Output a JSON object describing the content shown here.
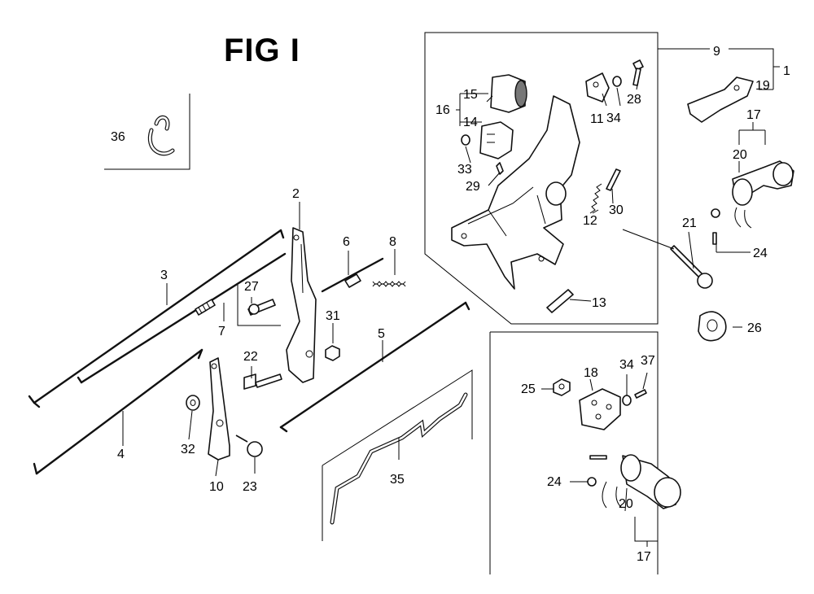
{
  "figure": {
    "title": "FIG I"
  },
  "parts": [
    {
      "id": "p1",
      "label": "1"
    },
    {
      "id": "p2",
      "label": "2"
    },
    {
      "id": "p3",
      "label": "3"
    },
    {
      "id": "p4",
      "label": "4"
    },
    {
      "id": "p5",
      "label": "5"
    },
    {
      "id": "p6",
      "label": "6"
    },
    {
      "id": "p7",
      "label": "7"
    },
    {
      "id": "p8",
      "label": "8"
    },
    {
      "id": "p9",
      "label": "9"
    },
    {
      "id": "p10",
      "label": "10"
    },
    {
      "id": "p11",
      "label": "11"
    },
    {
      "id": "p12",
      "label": "12"
    },
    {
      "id": "p13",
      "label": "13"
    },
    {
      "id": "p14",
      "label": "14"
    },
    {
      "id": "p15",
      "label": "15"
    },
    {
      "id": "p16",
      "label": "16"
    },
    {
      "id": "p17a",
      "label": "17"
    },
    {
      "id": "p17b",
      "label": "17"
    },
    {
      "id": "p18",
      "label": "18"
    },
    {
      "id": "p19",
      "label": "19"
    },
    {
      "id": "p20a",
      "label": "20"
    },
    {
      "id": "p20b",
      "label": "20"
    },
    {
      "id": "p21",
      "label": "21"
    },
    {
      "id": "p22",
      "label": "22"
    },
    {
      "id": "p23",
      "label": "23"
    },
    {
      "id": "p24a",
      "label": "24"
    },
    {
      "id": "p24b",
      "label": "24"
    },
    {
      "id": "p25",
      "label": "25"
    },
    {
      "id": "p26",
      "label": "26"
    },
    {
      "id": "p27",
      "label": "27"
    },
    {
      "id": "p28",
      "label": "28"
    },
    {
      "id": "p29",
      "label": "29"
    },
    {
      "id": "p30",
      "label": "30"
    },
    {
      "id": "p31",
      "label": "31"
    },
    {
      "id": "p32",
      "label": "32"
    },
    {
      "id": "p33",
      "label": "33"
    },
    {
      "id": "p34a",
      "label": "34"
    },
    {
      "id": "p34b",
      "label": "34"
    },
    {
      "id": "p35",
      "label": "35"
    },
    {
      "id": "p36",
      "label": "36"
    },
    {
      "id": "p37",
      "label": "37"
    }
  ]
}
